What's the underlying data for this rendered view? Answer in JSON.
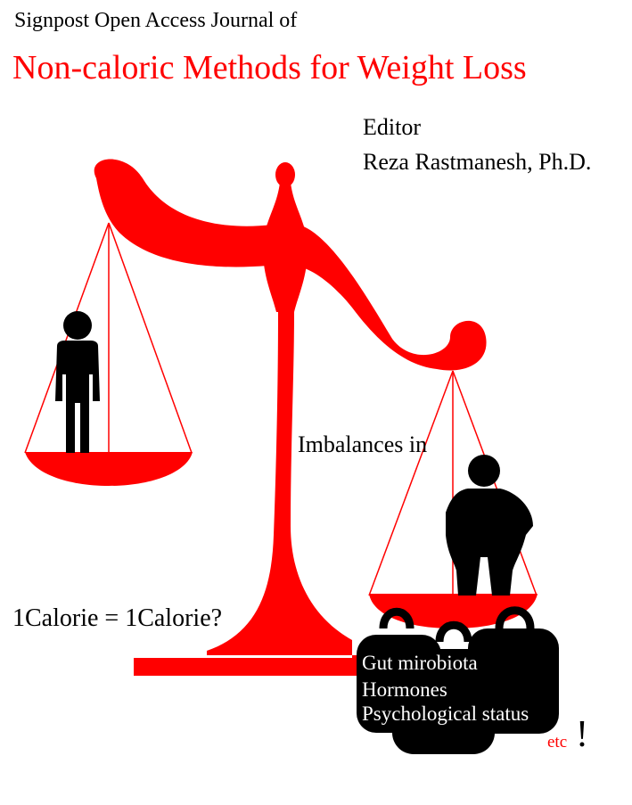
{
  "header": {
    "journal_line": "Signpost Open Access Journal of",
    "title": "Non-caloric Methods for Weight Loss"
  },
  "editor": {
    "label": "Editor",
    "name": "Reza Rastmanesh, Ph.D."
  },
  "illustration": {
    "imbalances_label": "Imbalances in",
    "calorie_question": "1Calorie = 1Calorie?",
    "weights": [
      "Gut mirobiota",
      "Hormones",
      "Psychological status"
    ],
    "etc_label": "etc",
    "exclamation": "!"
  },
  "colors": {
    "accent": "#ff0000",
    "silhouette": "#000000",
    "background": "#ffffff"
  },
  "icons": [
    "balance-scale-icon",
    "thin-person-icon",
    "heavy-person-icon",
    "weight-icon"
  ]
}
